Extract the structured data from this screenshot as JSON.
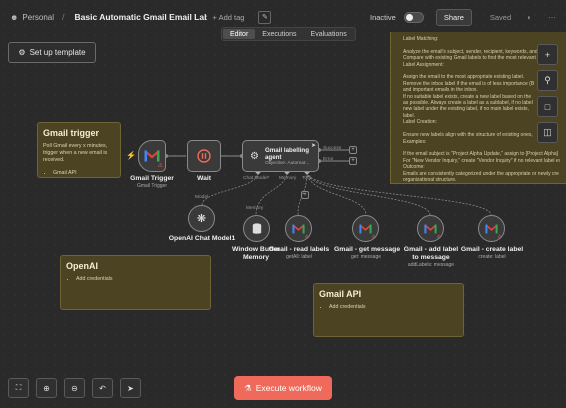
{
  "topbar": {
    "project": "Personal",
    "title": "Basic Automatic Gmail Email Labelling",
    "add_tag": "+ Add tag",
    "status": "Inactive",
    "share": "Share",
    "saved": "Saved"
  },
  "tabs": [
    {
      "label": "Editor",
      "active": true
    },
    {
      "label": "Executions",
      "active": false
    },
    {
      "label": "Evaluations",
      "active": false
    }
  ],
  "setup_template": "Set up template",
  "notes": {
    "gmail_trigger": {
      "title": "Gmail trigger",
      "body": "Poll Gmail every x minutes, trigger when a new email is received.",
      "items": [
        "Gmail API"
      ]
    },
    "openai": {
      "title": "OpenAI",
      "items": [
        "Add credentials"
      ]
    },
    "gmail_api": {
      "title": "Gmail API",
      "items": [
        "Add credentials"
      ]
    },
    "instructions": [
      "Label Matching:",
      "",
      "Analyze the email's subject, sender, recipient, keywords, and",
      "Compare with existing Gmail labels to find the most relevant",
      "Label Assignment:",
      "",
      "Assign the email to the most appropriate existing label.",
      "Remove the inbox label if the email is of less importance (B",
      "and important emails in the inbox.",
      "If no suitable label exists, create a new label based on the",
      "as possible. Always create a label as a sublabel, if no label",
      "new label under the existing label, if no main label exists,",
      "label.",
      "Label Creation:",
      "",
      "Ensure new labels align with the structure of existing ones,",
      "Examples:",
      "",
      "If the email subject is \"Project Alpha Update,\" assign to [Project Alpha]",
      "For \"New Vendor Inquiry,\" create \"Vendor Inquiry\" if no relevant label exi",
      "Outcome:",
      "Emails are consistently categorized under the appropriate or newly cre",
      "organizational structure."
    ]
  },
  "nodes": {
    "gmail_trigger": {
      "label": "Gmail Trigger",
      "sub": "Gmail Trigger"
    },
    "wait": {
      "label": "Wait"
    },
    "agent": {
      "label": "Gmail labelling agent",
      "sub": "Objective: Automat..."
    },
    "openai_chat": {
      "label": "OpenAI Chat Model1"
    },
    "memory": {
      "label": "Window Buffer Memory"
    },
    "read_labels": {
      "label": "Gmail - read labels",
      "sub": "getAll: label"
    },
    "get_message": {
      "label": "Gmail - get message",
      "sub": "get: message"
    },
    "add_label": {
      "label": "Gmail - add label to message",
      "sub": "addLabels: message"
    },
    "create_label": {
      "label": "Gmail - create label",
      "sub": "create: label"
    }
  },
  "connections": {
    "chat_model": "Chat Model*",
    "memory": "Memory",
    "tool": "Tool",
    "model": "Model",
    "success": "Success",
    "error": "Error"
  },
  "execute_button": "Execute workflow",
  "colors": {
    "accent": "#ef6a5a",
    "gmail_red": "#ea4335",
    "sticky": "#4b4321"
  }
}
